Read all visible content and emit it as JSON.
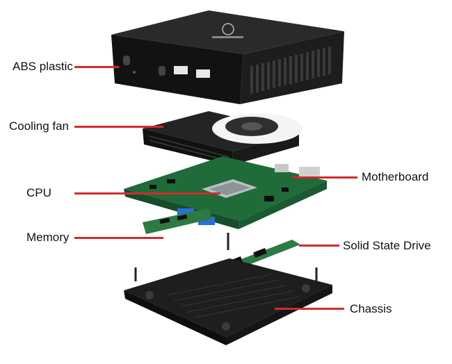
{
  "labels": {
    "abs_plastic": "ABS plastic",
    "cooling_fan": "Cooling fan",
    "cpu": "CPU",
    "memory": "Memory",
    "motherboard": "Motherboard",
    "ssd": "Solid State Drive",
    "chassis": "Chassis"
  },
  "colors": {
    "leader_line": "#d32a2f",
    "pcb": "#1f6b3a",
    "case": "#1b1b1b",
    "usb": "#2a6fd8"
  },
  "icons": [
    "usb-icon",
    "power-icon",
    "brand-logo"
  ]
}
